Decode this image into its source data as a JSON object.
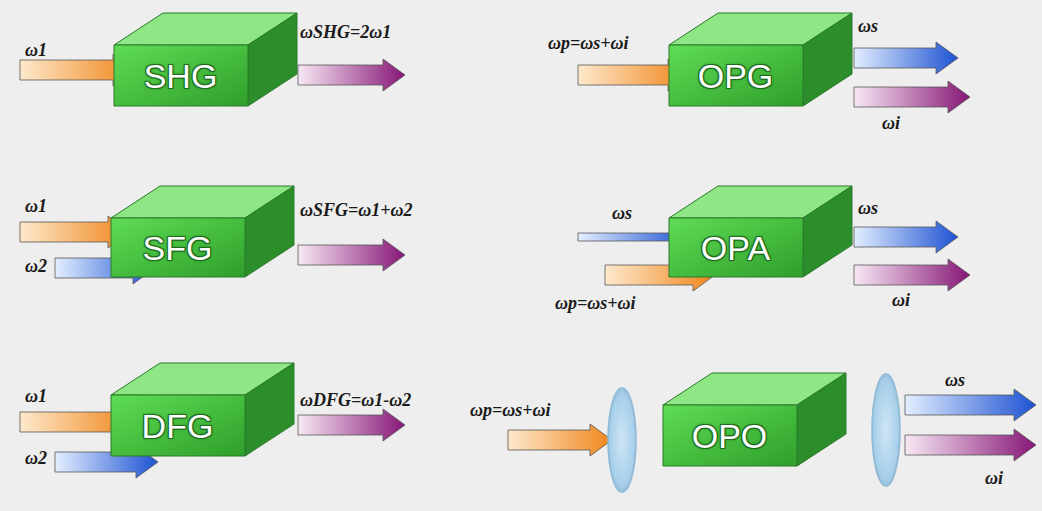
{
  "diagram": {
    "nodes": [
      {
        "text": [
          "SHG"
        ]
      },
      {
        "text": [
          "OPG"
        ]
      },
      {
        "text": [
          "SFG"
        ]
      },
      {
        "text": [
          "OPA"
        ]
      },
      {
        "text": [
          "DFG"
        ]
      },
      {
        "text": [
          "OPO"
        ]
      }
    ],
    "labels": [
      "ω1",
      "ωSHG=2ω1",
      "ωp=ωs+ωi",
      "ωs",
      "ωi",
      "ω1",
      "ω2",
      "ωSFG=ω1+ω2",
      "ωs",
      "ωp=ωs+ωi",
      "ωs",
      "ωi",
      "ω1",
      "ω2",
      "ωDFG=ω1-ω2",
      "ωp=ωs+ωi",
      "ωs",
      "ωi"
    ]
  }
}
